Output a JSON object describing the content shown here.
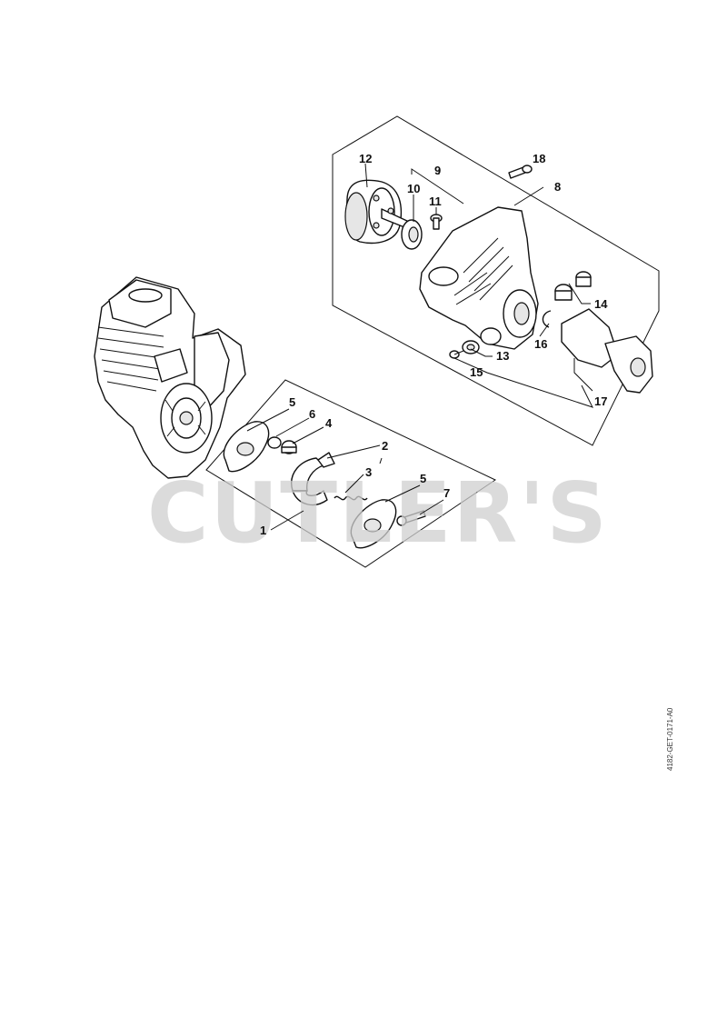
{
  "diagram": {
    "drawing_code": "4182-GET-0171-A0",
    "watermark": "CUTLER'S",
    "callouts": {
      "c1": "1",
      "c2": "2",
      "c3": "3",
      "c4": "4",
      "c5a": "5",
      "c5b": "5",
      "c6": "6",
      "c7": "7",
      "c8": "8",
      "c9": "9",
      "c10": "10",
      "c11": "11",
      "c12": "12",
      "c13": "13",
      "c14": "14",
      "c15": "15",
      "c16": "16",
      "c17": "17",
      "c18": "18"
    }
  }
}
